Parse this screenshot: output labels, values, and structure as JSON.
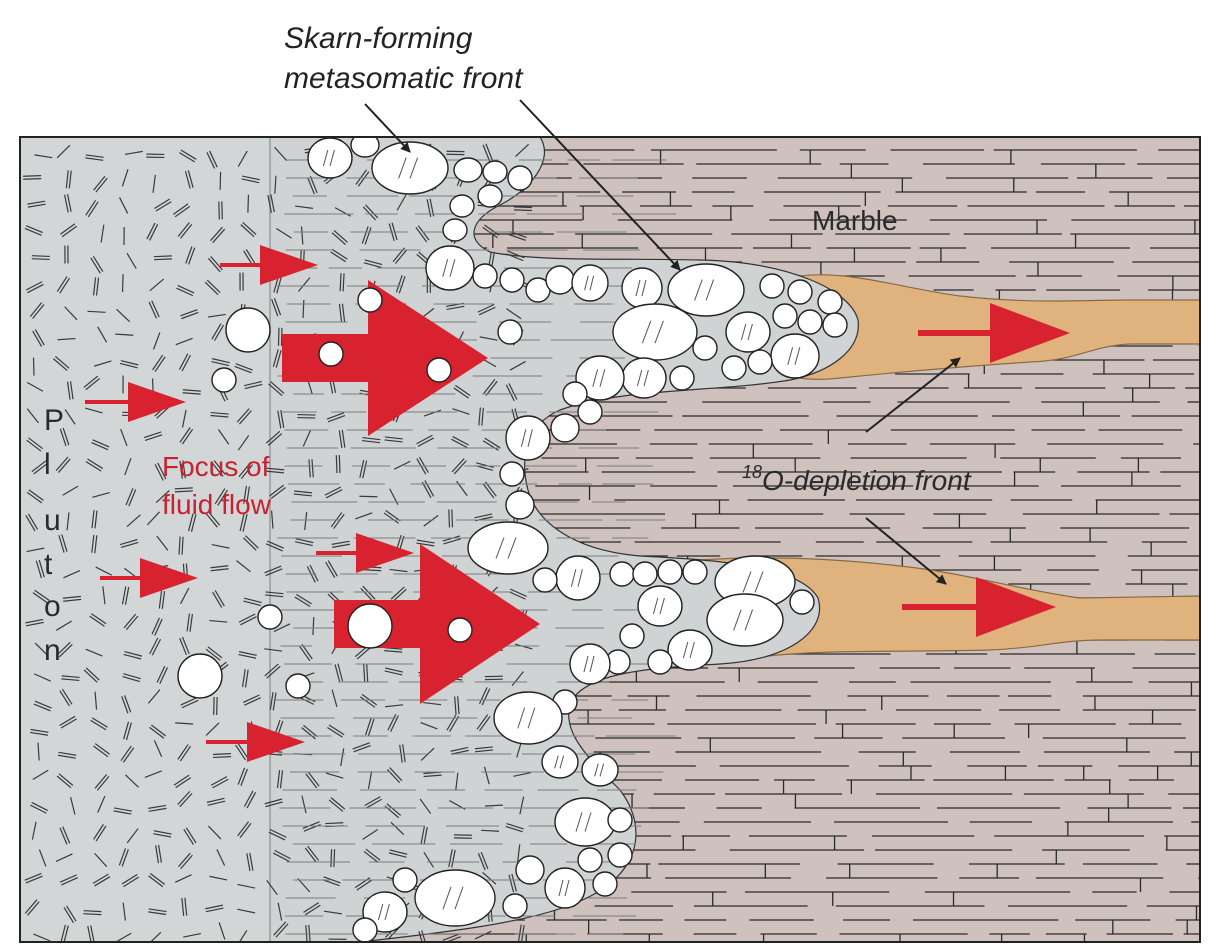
{
  "labels": {
    "skarn_front_line1": "Skarn-forming",
    "skarn_front_line2": "metasomatic front",
    "marble": "Marble",
    "focus_line1": "Focus of",
    "focus_line2": "fluid flow",
    "pluton": "Pluton",
    "depletion_isotope": "18",
    "depletion_rest": "O-depletion front"
  },
  "colors": {
    "pluton": "#d2d6d7",
    "transition": "#cfd3d4",
    "marble": "#cfc1bd",
    "depletion_zone": "#e0b27d",
    "flow_arrow": "#d9222f",
    "outline": "#222222",
    "clast": "#ffffff"
  },
  "icons": {
    "flow_arrow": "fluid-flow-arrow",
    "pointer_arrow": "pointer-arrow"
  }
}
